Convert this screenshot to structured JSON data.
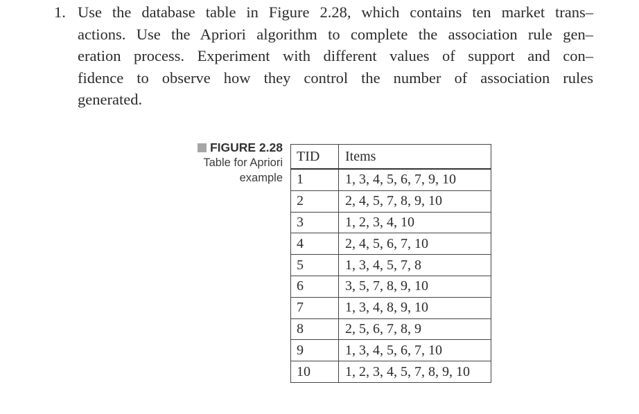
{
  "question": {
    "number": "1.",
    "lines": [
      "Use the database table in Figure 2.28, which contains ten market trans–",
      "actions. Use the Apriori algorithm to complete the association rule gen–",
      "eration process. Experiment with different values of support and con–",
      "fidence to observe how they control the number of association rules",
      "generated."
    ]
  },
  "figure": {
    "label": "FIGURE 2.28",
    "caption_line1": "Table for Apriori",
    "caption_line2": "example"
  },
  "table": {
    "headers": [
      "TID",
      "Items"
    ],
    "rows": [
      {
        "tid": "1",
        "items": "1, 3, 4, 5, 6, 7, 9, 10"
      },
      {
        "tid": "2",
        "items": "2, 4, 5, 7, 8, 9, 10"
      },
      {
        "tid": "3",
        "items": "1, 2, 3, 4, 10"
      },
      {
        "tid": "4",
        "items": "2, 4, 5, 6, 7, 10"
      },
      {
        "tid": "5",
        "items": "1, 3, 4, 5, 7, 8"
      },
      {
        "tid": "6",
        "items": "3, 5, 7, 8, 9, 10"
      },
      {
        "tid": "7",
        "items": "1, 3, 4, 8, 9, 10"
      },
      {
        "tid": "8",
        "items": "2, 5, 6, 7, 8, 9"
      },
      {
        "tid": "9",
        "items": "1, 3, 4, 5, 6, 7, 10"
      },
      {
        "tid": "10",
        "items": "1, 2, 3, 4, 5, 7, 8, 9, 10"
      }
    ]
  }
}
